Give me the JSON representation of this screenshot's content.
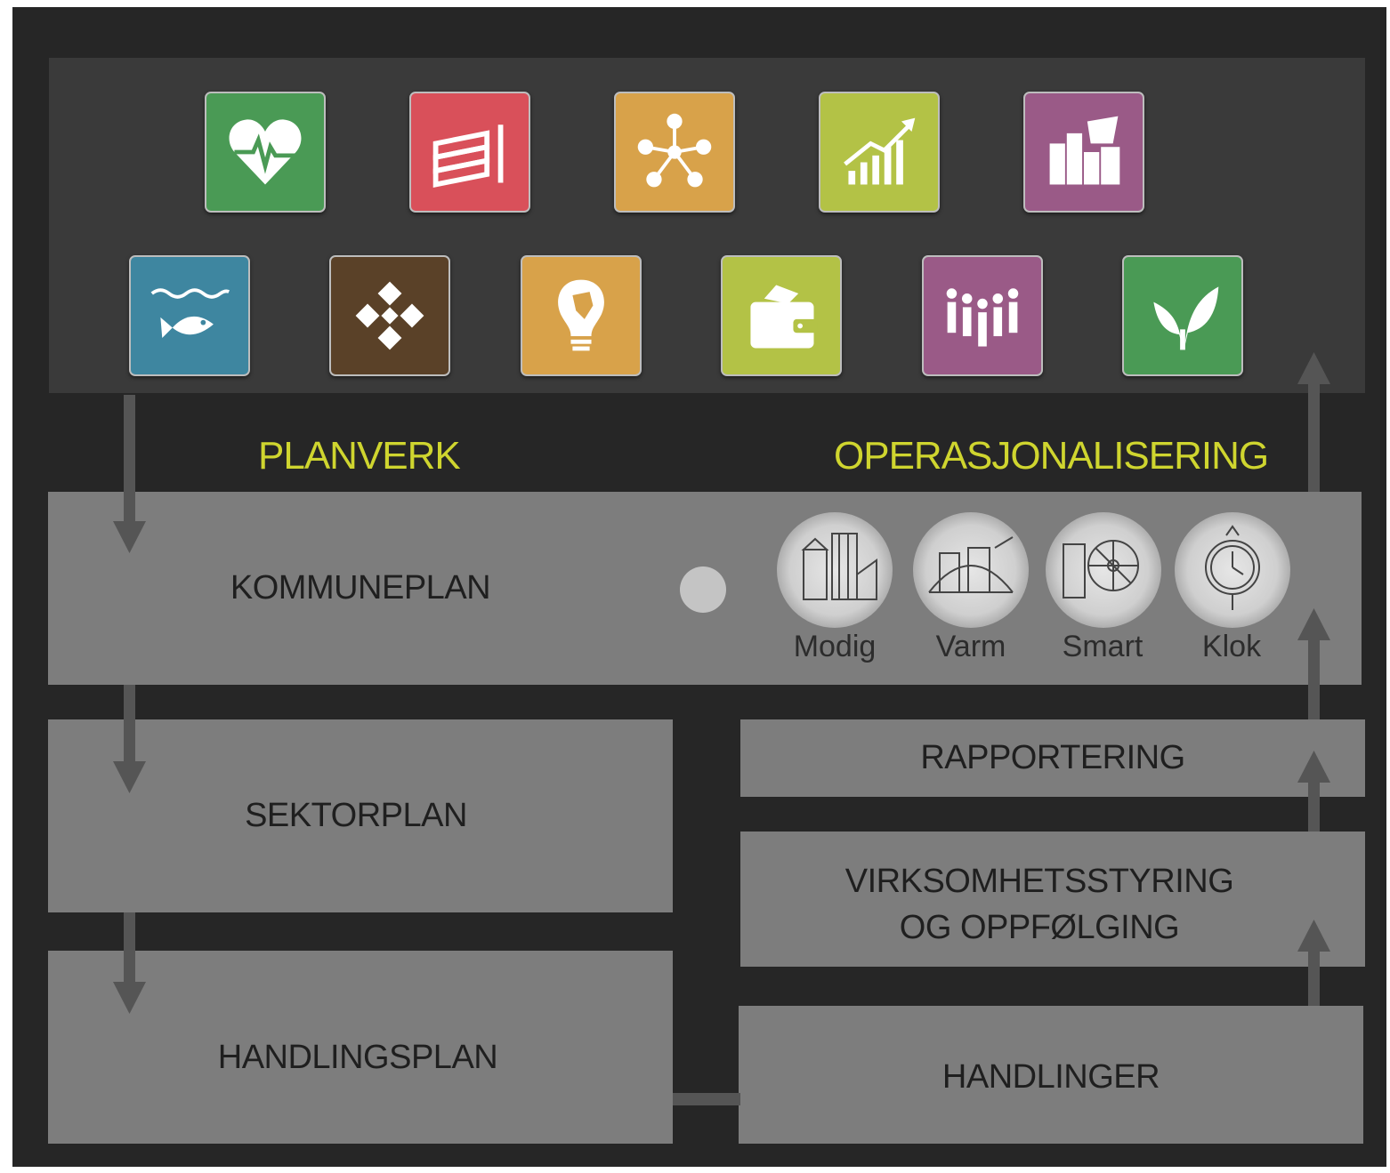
{
  "headings": {
    "left": "PLANVERK",
    "right": "OPERASJONALISERING"
  },
  "plan_boxes": {
    "kommuneplan": "KOMMUNEPLAN",
    "sektorplan": "SEKTORPLAN",
    "handlingsplan": "HANDLINGSPLAN"
  },
  "ops_boxes": {
    "rapportering": "RAPPORTERING",
    "virksomhet_line1": "VIRKSOMHETSSTYRING",
    "virksomhet_line2": "OG OPPFØLGING",
    "handlinger": "HANDLINGER"
  },
  "values": [
    {
      "label": "Modig",
      "icon": "building-sketch-icon"
    },
    {
      "label": "Varm",
      "icon": "bridge-sketch-icon"
    },
    {
      "label": "Smart",
      "icon": "wheel-sketch-icon"
    },
    {
      "label": "Klok",
      "icon": "clock-sketch-icon"
    }
  ],
  "icon_tiles": [
    {
      "icon": "heart-pulse-icon",
      "color": "#4a9a55"
    },
    {
      "icon": "books-icon",
      "color": "#d9505a"
    },
    {
      "icon": "network-icon",
      "color": "#d8a24a"
    },
    {
      "icon": "growth-chart-icon",
      "color": "#b3c246"
    },
    {
      "icon": "city-icon",
      "color": "#9a5a87"
    },
    {
      "icon": "fish-water-icon",
      "color": "#3e86a0"
    },
    {
      "icon": "puzzle-icon",
      "color": "#5a4128"
    },
    {
      "icon": "lightbulb-map-icon",
      "color": "#d8a24a"
    },
    {
      "icon": "wallet-icon",
      "color": "#b3c246"
    },
    {
      "icon": "people-icon",
      "color": "#9a5a87"
    },
    {
      "icon": "leaf-icon",
      "color": "#4a9a55"
    }
  ]
}
